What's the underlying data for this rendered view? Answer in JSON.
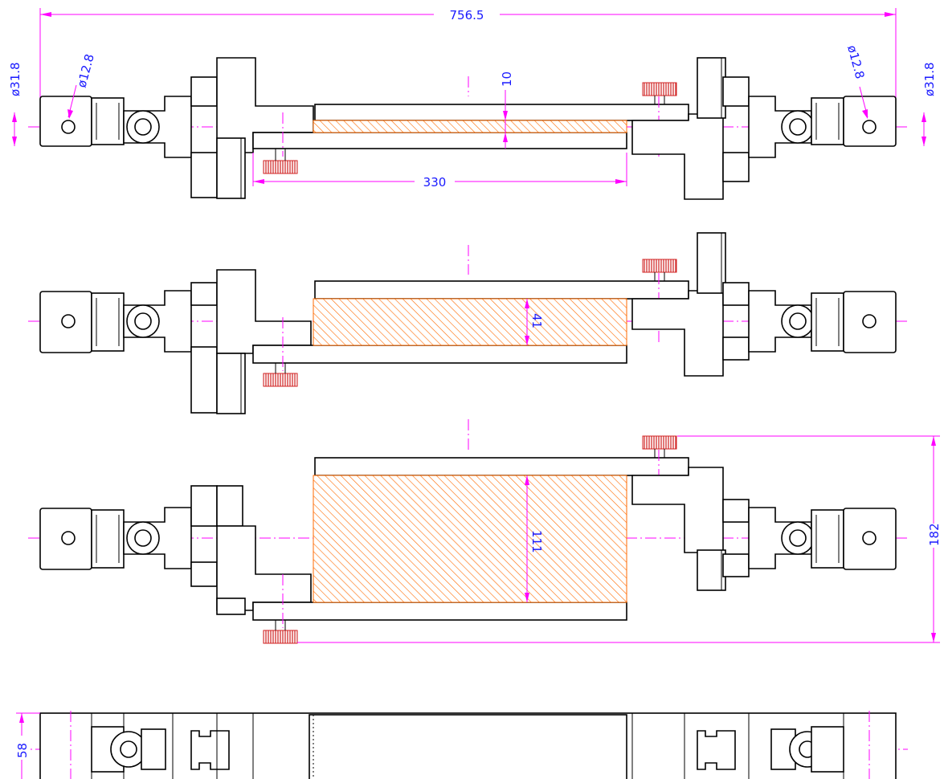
{
  "dimensions": {
    "overall_length": "756.5",
    "bore_left": "ø31.8",
    "bore_right": "ø31.8",
    "hole_left": "ø12.8",
    "hole_right": "ø12.8",
    "min_gap": "10",
    "mid_gap": "41",
    "max_gap": "111",
    "plate_length": "330",
    "max_height": "182",
    "thickness": "58"
  },
  "colors": {
    "outline": "#000000",
    "centerline": "#ff00ff",
    "dimension_text": "#1a1aff",
    "hatch": "#ff6a00",
    "knob": "#d02020"
  },
  "views": [
    {
      "name": "closed-view",
      "gap": 10
    },
    {
      "name": "mid-view",
      "gap": 41
    },
    {
      "name": "open-view",
      "gap": 111
    },
    {
      "name": "top-view"
    }
  ]
}
